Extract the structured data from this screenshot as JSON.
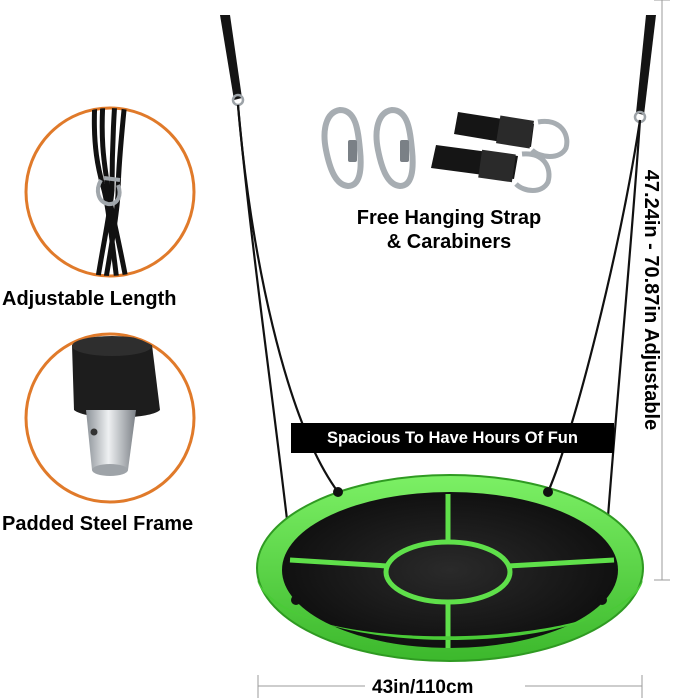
{
  "labels": {
    "adjustable_length": "Adjustable Length",
    "padded_frame": "Padded Steel Frame",
    "free_strap_line1": "Free Hanging Strap",
    "free_strap_line2": "& Carabiners",
    "banner": "Spacious To Have Hours Of Fun",
    "height_dimension": "47.24in - 70.87in Adjustable",
    "width_dimension": "43in/110cm"
  },
  "colors": {
    "accent_orange": "#E07A2A",
    "swing_green": "#5FE04A",
    "swing_green_dark": "#3FB02C",
    "net_black": "#1A1A1A",
    "rope_black": "#111111",
    "metal": "#B8BDC2"
  },
  "icons": {
    "rope_detail": "rope-adjuster-icon",
    "frame_detail": "padded-steel-pipe-icon",
    "carabiner": "carabiner-icon",
    "strap": "hanging-strap-icon"
  }
}
